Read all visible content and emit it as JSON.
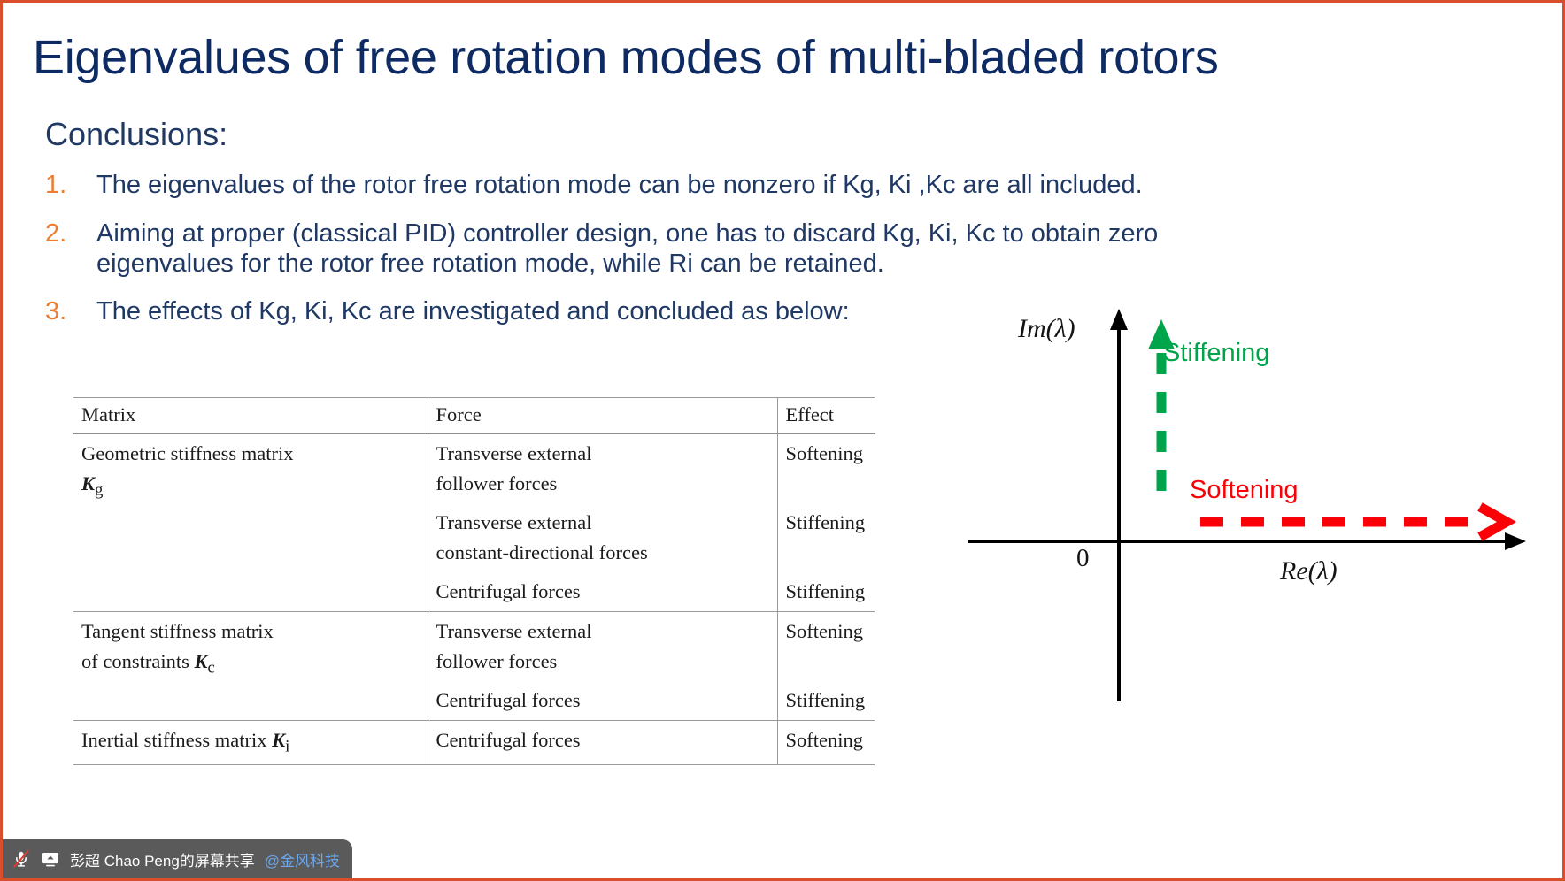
{
  "slide": {
    "title": "Eigenvalues of free rotation modes of multi-bladed rotors",
    "conclusions_heading": "Conclusions:",
    "bullets": [
      {
        "number": "1.",
        "text": "The eigenvalues of the rotor free rotation mode can be nonzero if Kg, Ki ,Kc are all included."
      },
      {
        "number": "2.",
        "text": "Aiming at proper (classical PID) controller design, one has to discard Kg, Ki, Kc to obtain zero eigenvalues for the rotor free rotation mode, while Ri can be retained."
      },
      {
        "number": "3.",
        "text": "The effects of Kg, Ki, Kc are investigated and concluded as below:"
      }
    ],
    "colors": {
      "title": "#0E2A63",
      "body": "#1F3864",
      "number": "#ED7D31",
      "stiffening": "#00A44A",
      "softening": "#FB0007",
      "slide_border": "#D94F2B"
    }
  },
  "table": {
    "headers": [
      "Matrix",
      "Force",
      "Effect"
    ],
    "rows": [
      {
        "matrix_lines": [
          "Geometric stiffness matrix",
          "K_g"
        ],
        "matrix_symbol": "K",
        "matrix_subscript": "g",
        "entries": [
          {
            "force_lines": [
              "Transverse external",
              "follower forces"
            ],
            "effect": "Softening"
          },
          {
            "force_lines": [
              "Transverse external",
              "constant-directional forces"
            ],
            "effect": "Stiffening"
          },
          {
            "force_lines": [
              "Centrifugal forces"
            ],
            "effect": "Stiffening"
          }
        ]
      },
      {
        "matrix_lines": [
          "Tangent stiffness matrix",
          "of constraints K_c"
        ],
        "matrix_symbol": "K",
        "matrix_subscript": "c",
        "entries": [
          {
            "force_lines": [
              "Transverse external",
              "follower forces"
            ],
            "effect": "Softening"
          },
          {
            "force_lines": [
              "Centrifugal forces"
            ],
            "effect": "Stiffening"
          }
        ]
      },
      {
        "matrix_lines": [
          "Inertial stiffness matrix K_i"
        ],
        "matrix_symbol": "K",
        "matrix_subscript": "i",
        "entries": [
          {
            "force_lines": [
              "Centrifugal forces"
            ],
            "effect": "Softening"
          }
        ]
      }
    ],
    "cells": {
      "r1_matrix_text": "Geometric stiffness matrix",
      "r1_sym": "K",
      "r1_sub": "g",
      "r1a_f1": "Transverse external",
      "r1a_f2": "follower forces",
      "r1a_e": "Softening",
      "r1b_f1": "Transverse external",
      "r1b_f2": "constant-directional forces",
      "r1b_e": "Stiffening",
      "r1c_f1": "Centrifugal forces",
      "r1c_e": "Stiffening",
      "r2_matrix_l1": "Tangent stiffness matrix",
      "r2_matrix_l2": "of constraints ",
      "r2_sym": "K",
      "r2_sub": "c",
      "r2a_f1": "Transverse external",
      "r2a_f2": "follower forces",
      "r2a_e": "Softening",
      "r2b_f1": "Centrifugal forces",
      "r2b_e": "Stiffening",
      "r3_matrix_l1": "Inertial stiffness matrix ",
      "r3_sym": "K",
      "r3_sub": "i",
      "r3a_f1": "Centrifugal forces",
      "r3a_e": "Softening"
    }
  },
  "diagram": {
    "im_axis_label": "Im(λ)",
    "re_axis_label": "Re(λ)",
    "origin_label": "0",
    "stiffening_label": "Stiffening",
    "softening_label": "Softening",
    "stiffening_color": "#00A44A",
    "softening_color": "#FB0007",
    "axis_color": "#000000"
  },
  "share_bar": {
    "mic_icon": "microphone-muted-icon",
    "screen_icon": "screen-share-icon",
    "owner": "彭超 Chao Peng的屏幕共享",
    "org": "@金风科技"
  }
}
